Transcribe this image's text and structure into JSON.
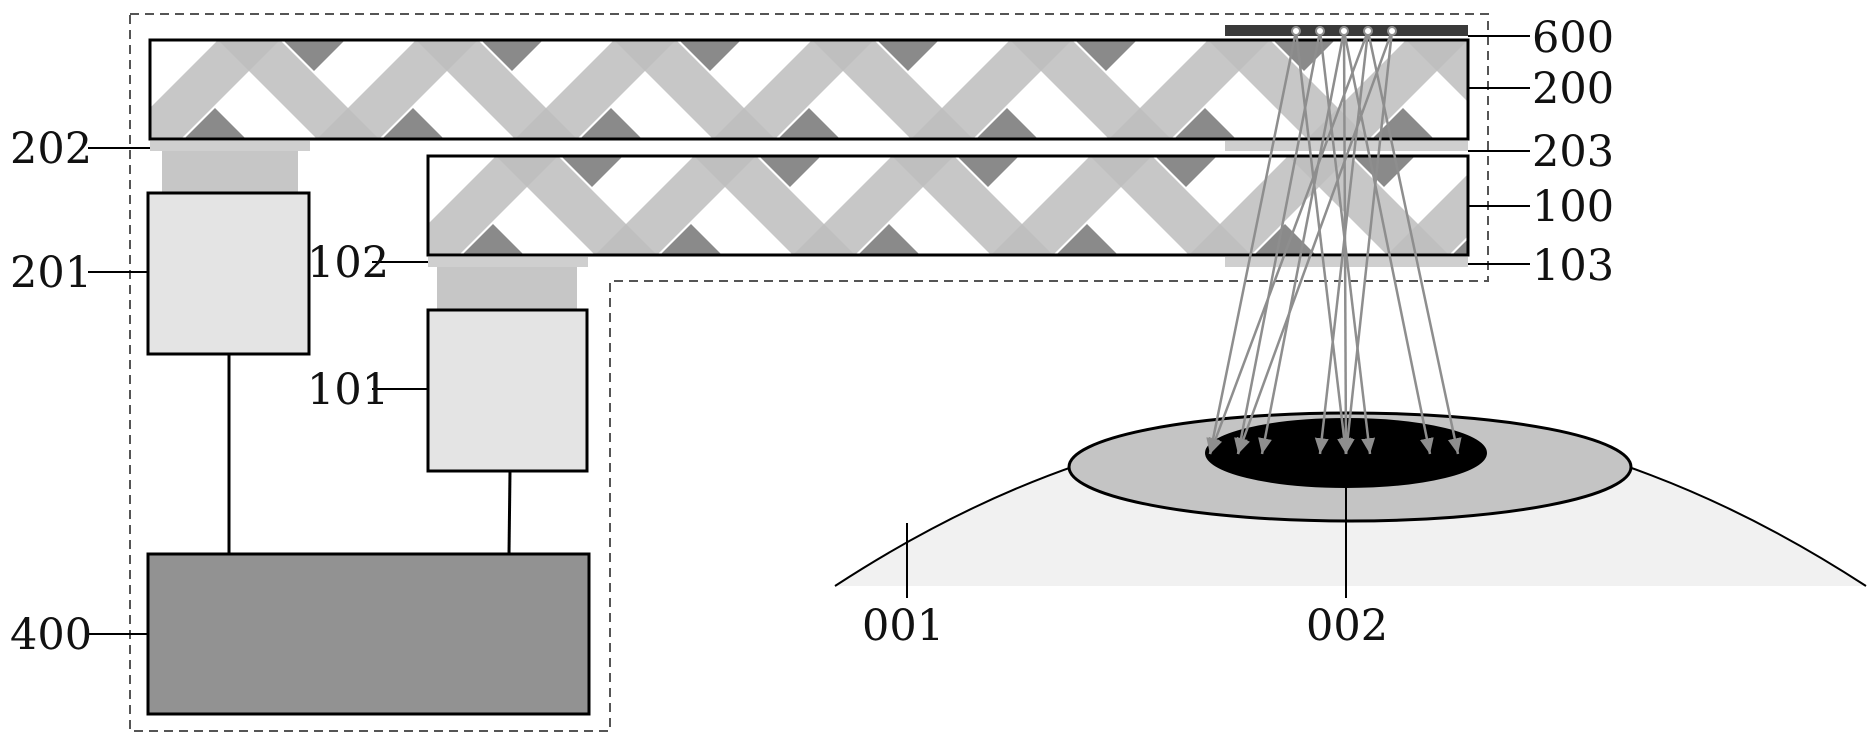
{
  "labels": {
    "display_600": "600",
    "waveguide_200": "200",
    "coupler_202": "202",
    "coupler_203": "203",
    "projector_201": "201",
    "waveguide_100": "100",
    "coupler_102": "102",
    "coupler_103": "103",
    "projector_101": "101",
    "controller_400": "400",
    "eyeball_001": "001",
    "pupil_002": "002"
  },
  "colors": {
    "outline": "#000000",
    "dashed_box": "#555555",
    "light_band": "#bdbdbd",
    "dark_overlap": "#8a8a8a",
    "projector_fill": "#e4e4e4",
    "coupler_fill": "#cfcfcf",
    "controller_fill": "#929292",
    "display_strip": "#3a3a3a",
    "eye_fill": "#f1f1f1",
    "iris_fill": "#c4c4c4",
    "pupil_fill": "#000000",
    "ray": "#8e8e8e"
  }
}
